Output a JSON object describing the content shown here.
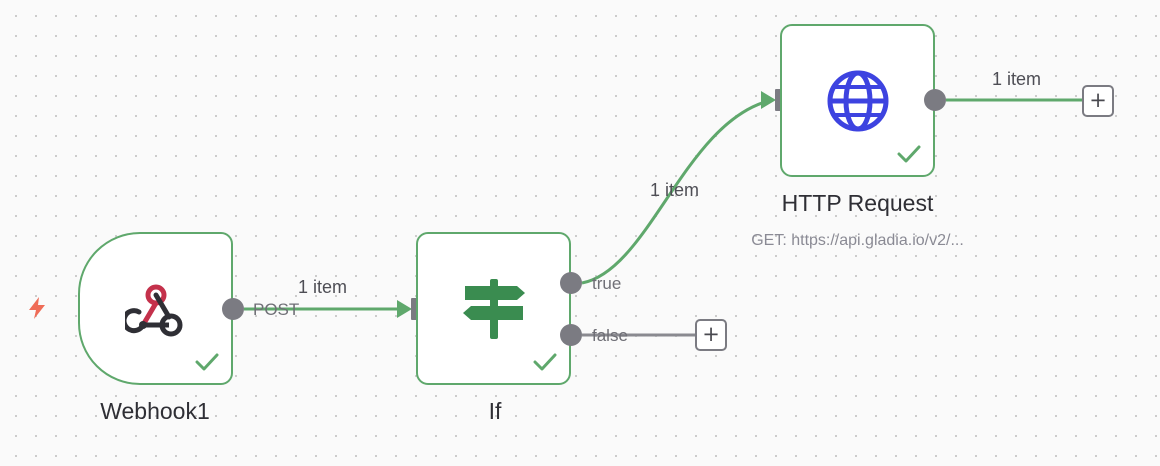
{
  "nodes": {
    "webhook": {
      "title": "Webhook1",
      "output_label": "POST",
      "icon": "webhook-icon",
      "status": "success"
    },
    "if": {
      "title": "If",
      "true_label": "true",
      "false_label": "false",
      "icon": "signpost-icon",
      "status": "success"
    },
    "http": {
      "title": "HTTP Request",
      "subtitle": "GET: https://api.gladia.io/v2/...",
      "icon": "globe-icon",
      "status": "success"
    }
  },
  "connections": {
    "webhook_to_if": {
      "label": "1 item"
    },
    "if_true_to_http": {
      "label": "1 item"
    },
    "http_output": {
      "label": "1 item"
    }
  },
  "add_buttons": {
    "glyph": "+"
  },
  "colors": {
    "success": "#5fa86c",
    "connection_active": "#5fa86c",
    "connection_idle": "#8a8a90",
    "handle": "#7b7b82",
    "globe": "#3d43e0",
    "trigger": "#ef6c57",
    "webhook_red": "#c4314b",
    "webhook_dark": "#2f2f35"
  }
}
